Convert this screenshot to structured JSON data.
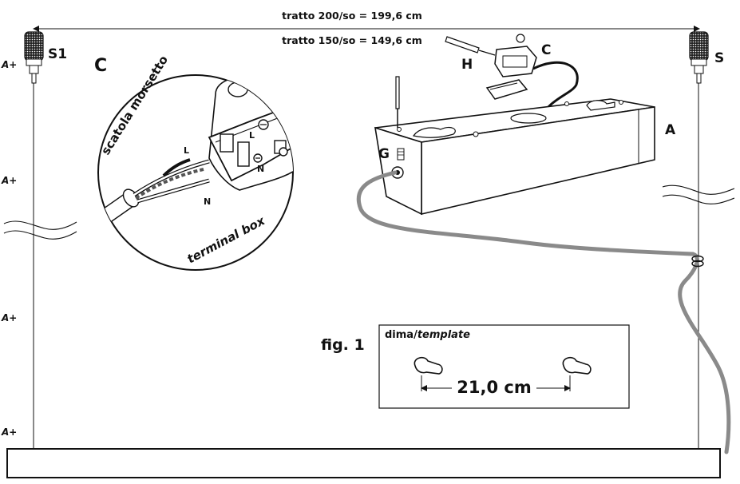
{
  "dimensions": {
    "span_200": "tratto 200/so = 199,6 cm",
    "span_150": "tratto 150/so = 149,6 cm"
  },
  "labels": {
    "s1": "S1",
    "s": "S",
    "c_left": "C",
    "c_top": "C",
    "h": "H",
    "a": "A",
    "g": "G",
    "a_plus": "A+",
    "l": "L",
    "n": "N"
  },
  "detail": {
    "scatola": "scatola morsetto",
    "terminal": "terminal box"
  },
  "figure": {
    "caption": "fig. 1",
    "template_prefix": "dima/",
    "template_word": "template",
    "distance": "21,0 cm"
  }
}
